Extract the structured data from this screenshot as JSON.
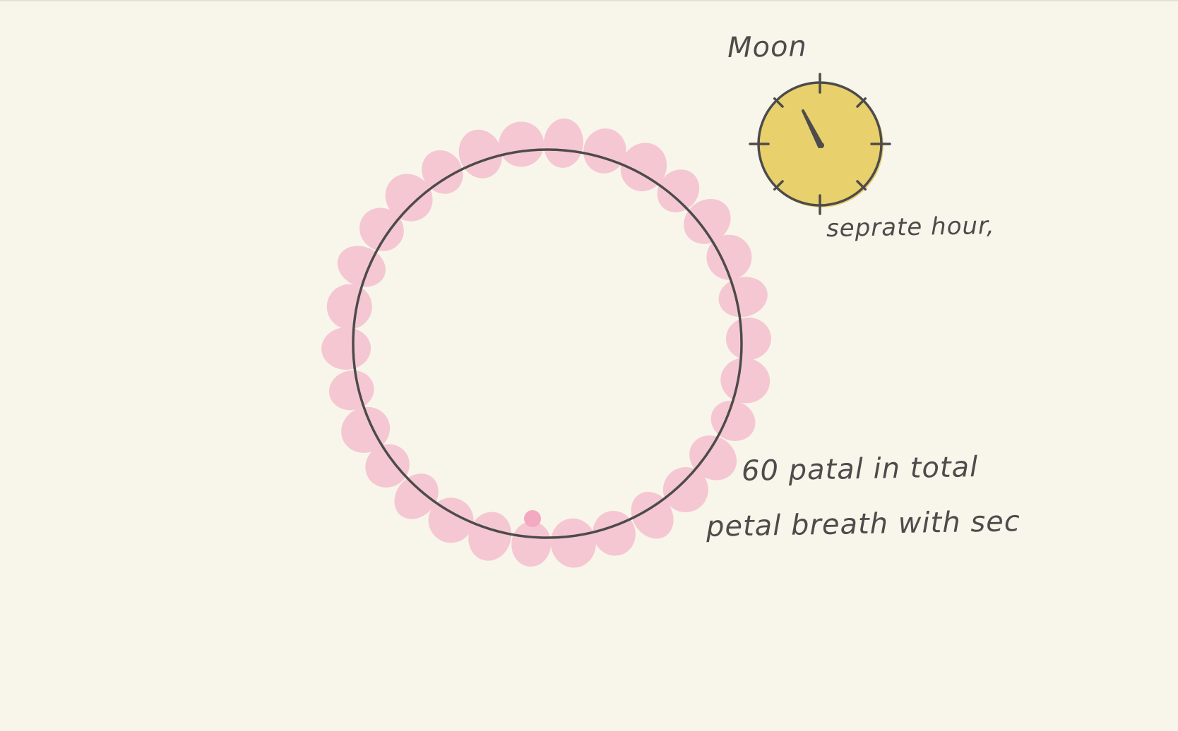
{
  "canvas": {
    "background": "#f8f6ea"
  },
  "notes": {
    "moon": "Moon",
    "separate_hour": "seprate hour,",
    "petal_count": "60 patal in total",
    "petal_breath": "petal breath with sec"
  },
  "colors": {
    "ink": "#4d4b4b",
    "petal": "#f5c7d3",
    "petal_highlight": "#f3a9c2",
    "moon_fill": "#e8d06c"
  },
  "drawing": {
    "petal_count_drawn": 30,
    "clock_ticks": 8
  }
}
